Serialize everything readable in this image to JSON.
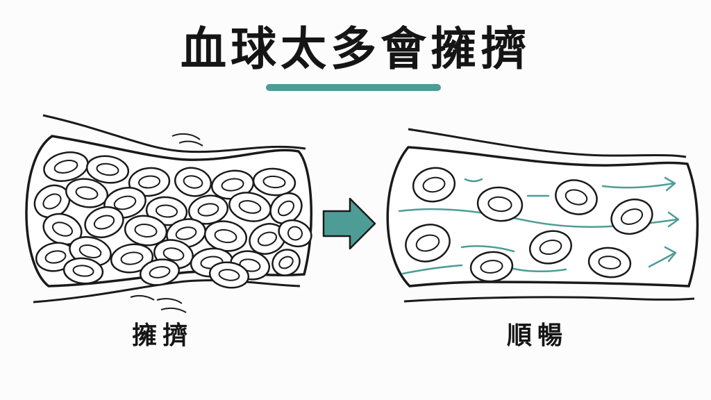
{
  "title": "血球太多會擁擠",
  "accent_color": "#4e9c96",
  "line_color": "#1a1a1a",
  "panels": [
    {
      "label": "擁擠",
      "state": "crowded"
    },
    {
      "label": "順暢",
      "state": "smooth"
    }
  ],
  "icons": {
    "transition": "right-arrow-icon",
    "cell": "red-blood-cell-icon",
    "flow": "flow-arrow-icon"
  }
}
